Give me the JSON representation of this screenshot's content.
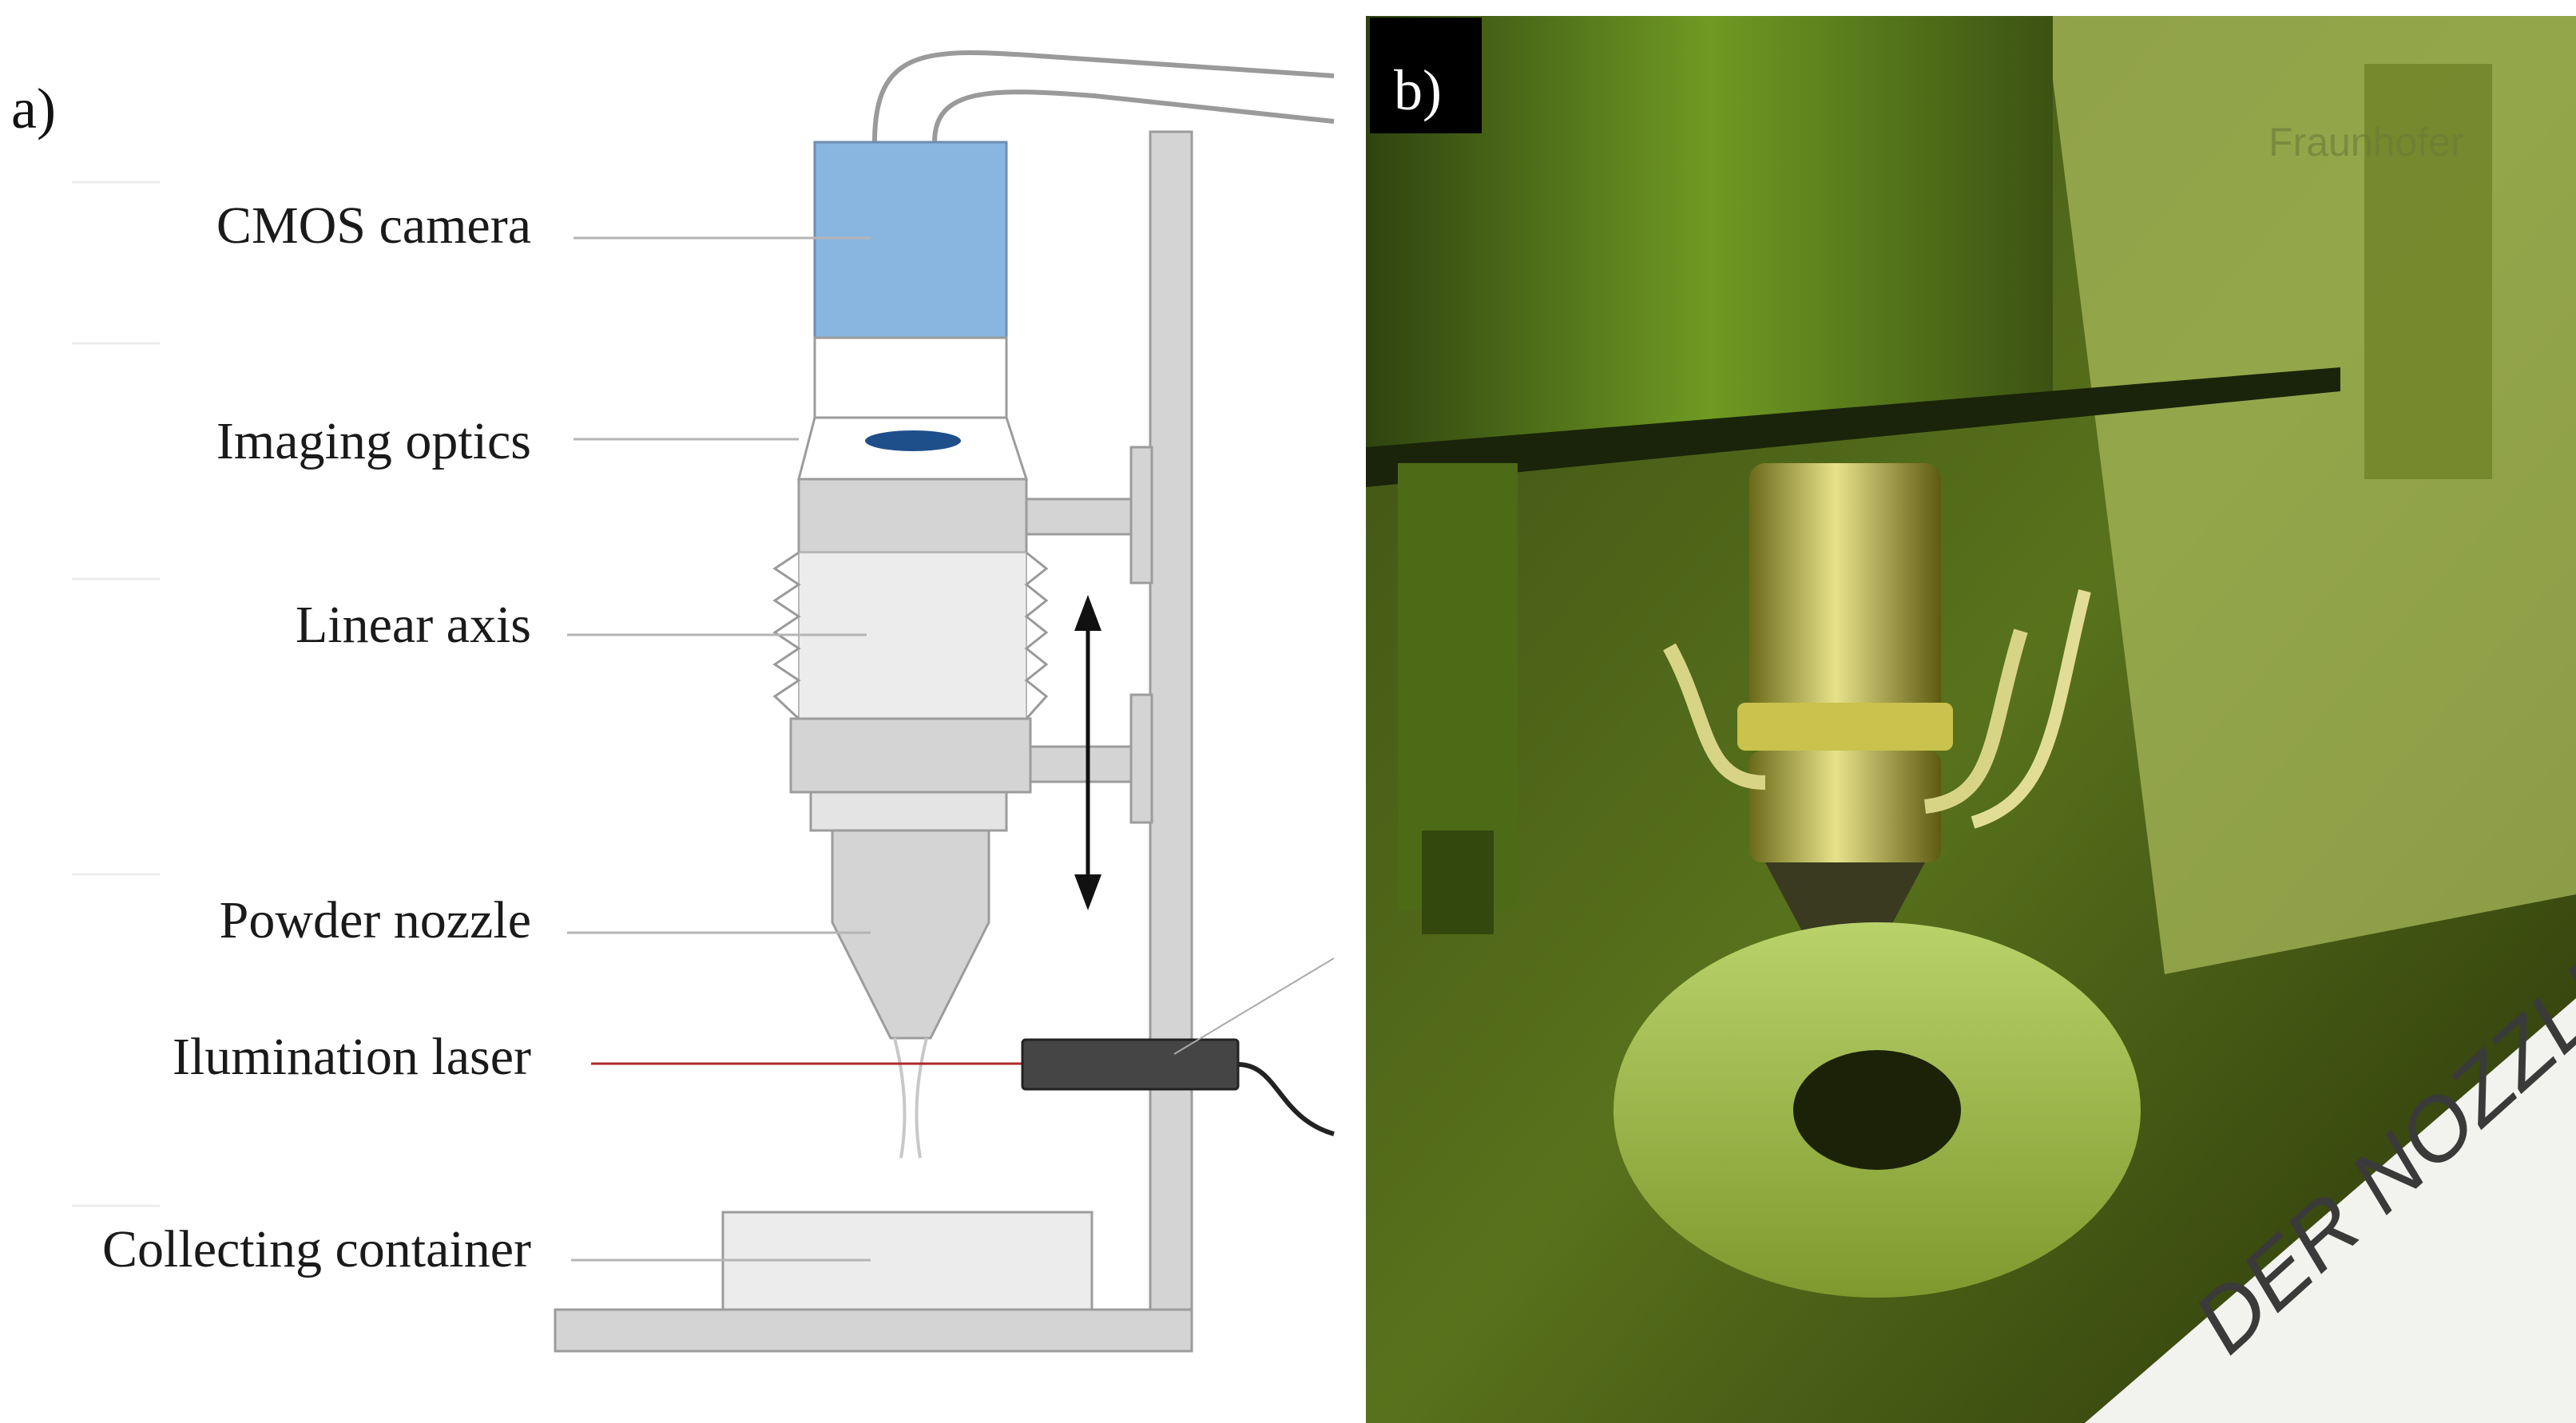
{
  "panel_a": {
    "letter": "a)",
    "labels": {
      "camera": "CMOS camera",
      "optics": "Imaging optics",
      "axis": "Linear axis",
      "nozzle": "Powder nozzle",
      "laser": "Ilumination laser",
      "container": "Collecting container"
    },
    "colors": {
      "camera": "#88b6e0",
      "lens": "#1f4f8a",
      "laser_line": "#b02a2a",
      "frame": "#d4d4d4",
      "laser_device": "#454545"
    }
  },
  "panel_b": {
    "letter": "b)",
    "sign_text": "DER NOZZLE",
    "logo_text": "Fraunhofer"
  }
}
